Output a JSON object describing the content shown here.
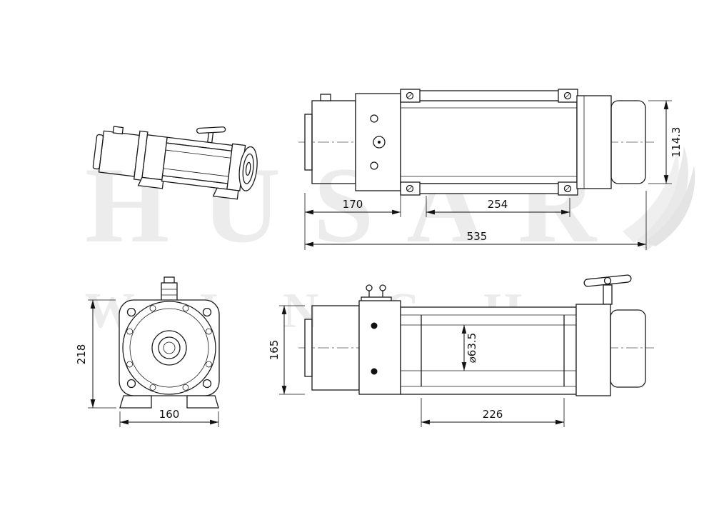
{
  "drawing": {
    "watermark": {
      "brand": "HUSAR",
      "brand_sub": "WINCH"
    },
    "views": {
      "top_view": {
        "dim_motor_length": "170",
        "dim_drum_length": "254",
        "dim_overall_length": "535",
        "dim_end_height": "114.3"
      },
      "front_view": {
        "dim_overall_height": "218",
        "dim_base_width": "160"
      },
      "side_view": {
        "dim_body_height": "165",
        "dim_drum_diameter": "⌀63.5",
        "dim_drum_length": "226"
      }
    }
  }
}
